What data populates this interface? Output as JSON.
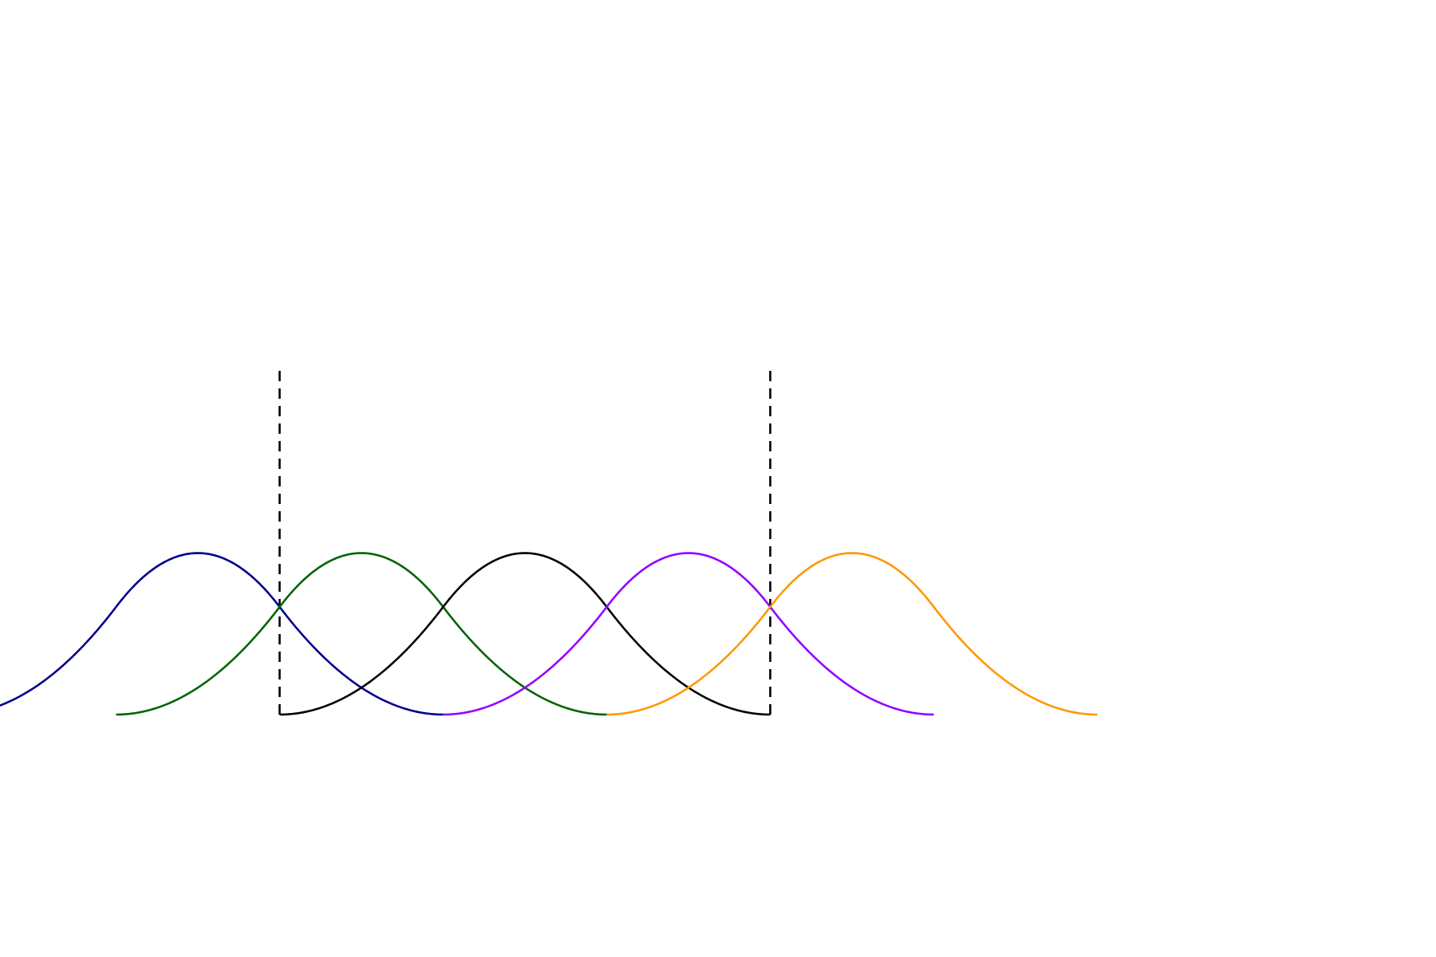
{
  "chart_data": {
    "type": "line",
    "title": "",
    "xlabel": "",
    "ylabel": "",
    "axes_visible": false,
    "grid": false,
    "legend": "none",
    "xlim": [
      -1.6,
      5.6
    ],
    "ylim": [
      -0.6,
      1.9
    ],
    "series": [
      {
        "color": "#00008b",
        "center": 0,
        "support": [
          -1.5,
          1.5
        ]
      },
      {
        "color": "#006400",
        "center": 1,
        "support": [
          -0.5,
          2.5
        ]
      },
      {
        "color": "#000000",
        "center": 2,
        "support": [
          0.5,
          3.5
        ]
      },
      {
        "color": "#9400ff",
        "center": 3,
        "support": [
          1.5,
          4.5
        ]
      },
      {
        "color": "#ff9800",
        "center": 4,
        "support": [
          2.5,
          5.5
        ]
      }
    ],
    "curve_shape": "quadratic B-spline basis (peak 0.75)",
    "vertical_lines": [
      {
        "x": 0.5,
        "y_range": [
          0,
          1.6
        ],
        "style": "dashed",
        "color": "#000000"
      },
      {
        "x": 3.5,
        "y_range": [
          0,
          1.6
        ],
        "style": "dashed",
        "color": "#000000"
      }
    ]
  }
}
